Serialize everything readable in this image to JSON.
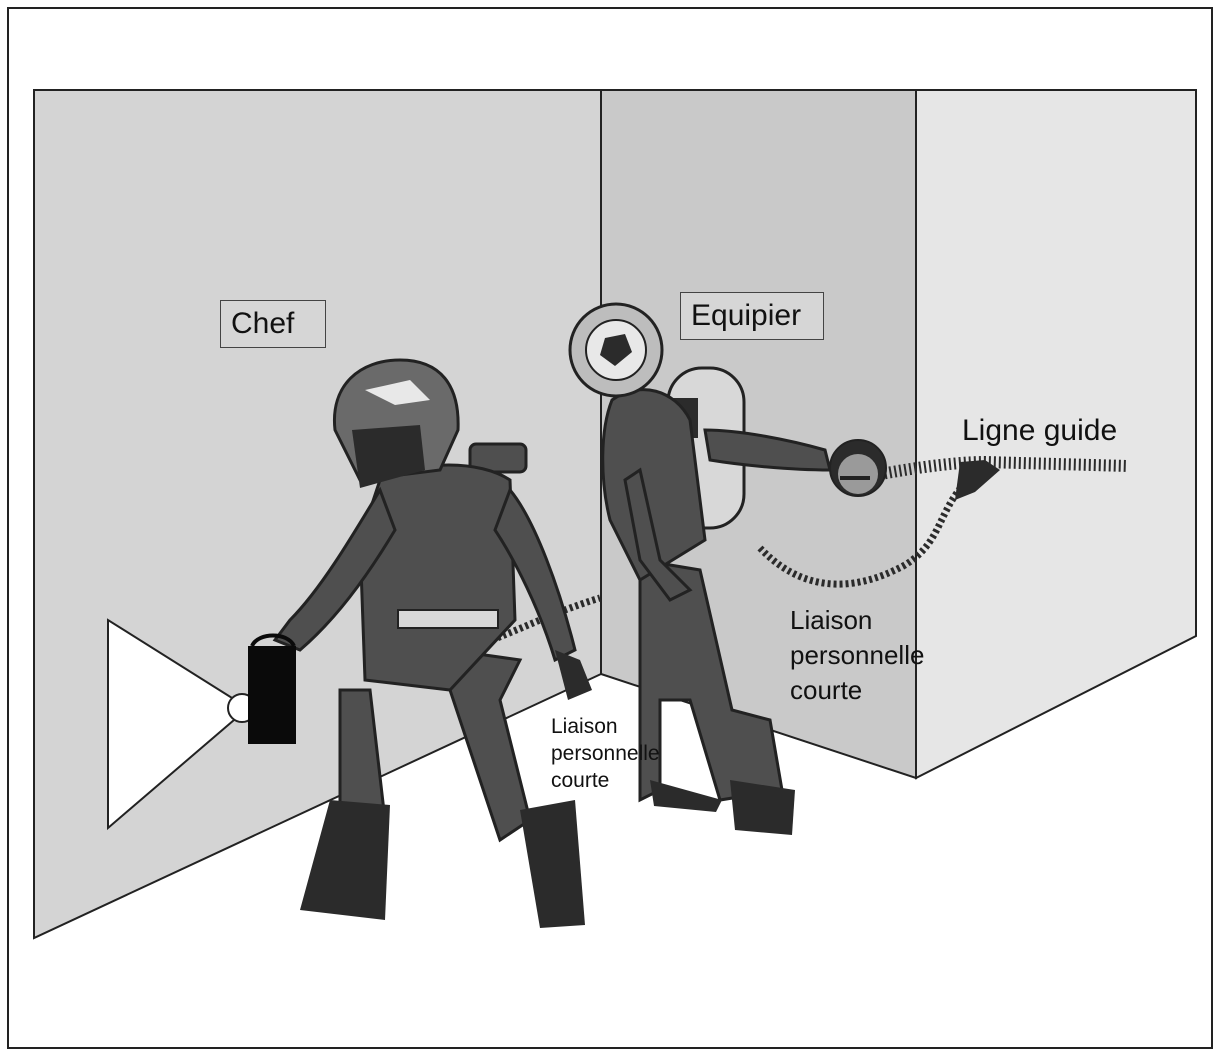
{
  "diagram": {
    "labels": {
      "chef": "Chef",
      "equipier": "Equipier",
      "ligne_guide": "Ligne guide",
      "liaison_right": [
        "Liaison",
        "personnelle",
        "courte"
      ],
      "liaison_left": [
        "Liaison",
        "personnelle",
        "courte"
      ]
    },
    "colors": {
      "frame": "#222222",
      "wall_left": "#d4d4d4",
      "wall_middle": "#c9c9c9",
      "wall_right": "#e6e6e6",
      "figure": "#4f4f4f",
      "figure_dark": "#2b2b2b",
      "light_beam": "#ffffff"
    },
    "icons": [
      "firefighter-chef-icon",
      "firefighter-equipier-icon",
      "flashlight-icon",
      "guide-line-reel-icon"
    ]
  }
}
